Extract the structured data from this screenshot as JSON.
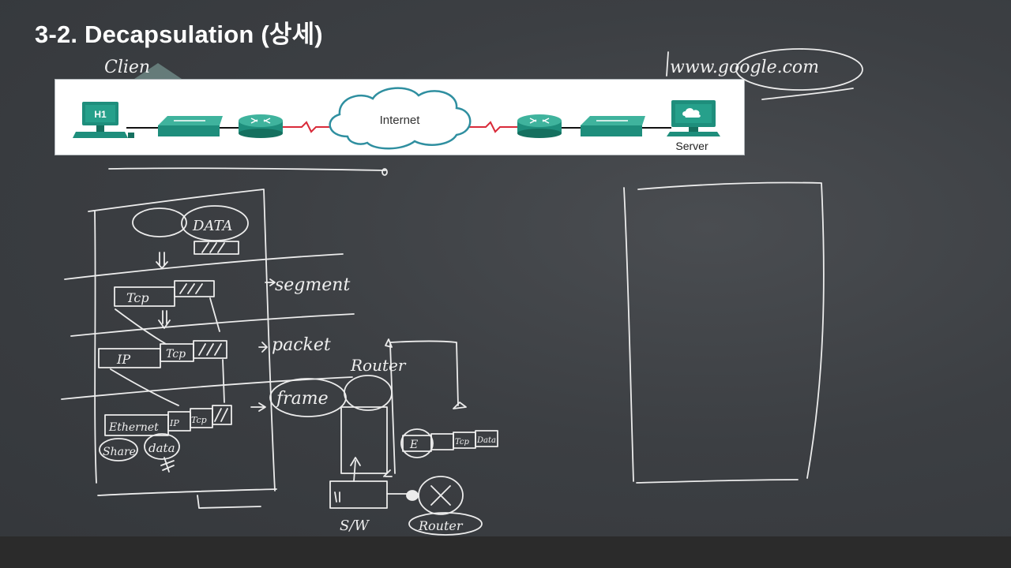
{
  "slide": {
    "title": "3-2. Decapsulation (상세)"
  },
  "topology": {
    "client_label": "H1",
    "cloud_label": "Internet",
    "server_label": "Server",
    "colors": {
      "device": "#1e8e7c",
      "device_dark": "#15705f",
      "link": "#d92b3a",
      "cloud": "#2f8fa0"
    }
  },
  "annotations": {
    "client": "Clien",
    "url": "www.google.com",
    "data": "DATA",
    "tcp": "Tcp",
    "segment": "segment",
    "ip": "IP",
    "packet": "packet",
    "router": "Router",
    "frame": "frame",
    "ethernet": "Ethernet",
    "ip_short": "IP",
    "tcp_short": "Tcp",
    "data_short": "Data",
    "share": "Share",
    "data_circled": "data",
    "switch": "S/W",
    "router_bottom": "Router"
  }
}
